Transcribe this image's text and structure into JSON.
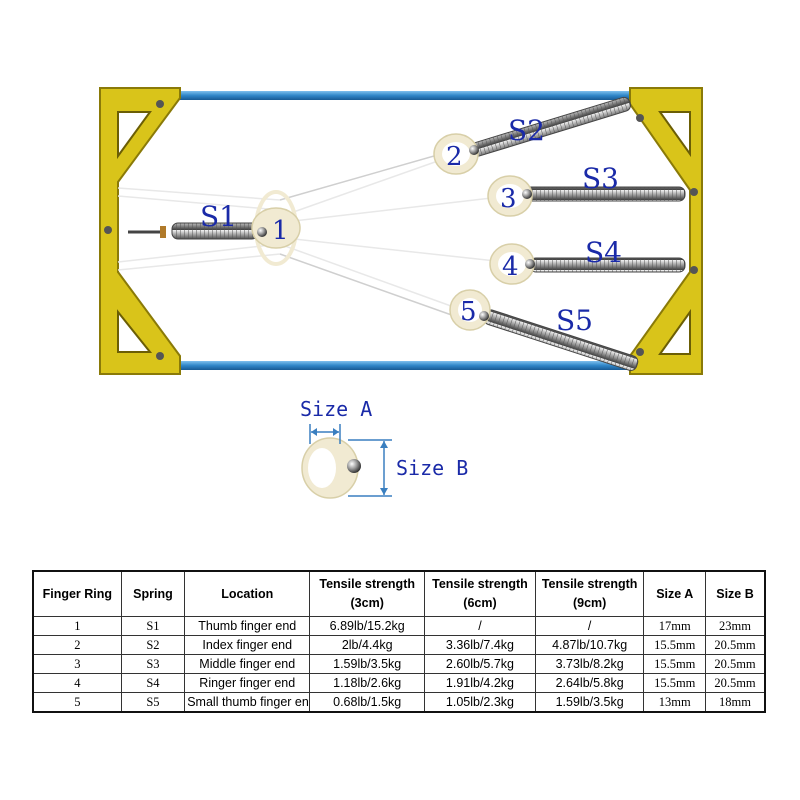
{
  "colors": {
    "frame_yellow": "#d9c41a",
    "frame_edge": "#8a7a08",
    "bar_blue": "#2f86c8",
    "label_blue": "#1a2aa8",
    "ring_cream": "#f1ead2"
  },
  "springs": {
    "s1": "S1",
    "s2": "S2",
    "s3": "S3",
    "s4": "S4",
    "s5": "S5"
  },
  "rings": {
    "r1": "1",
    "r2": "2",
    "r3": "3",
    "r4": "4",
    "r5": "5"
  },
  "size_labels": {
    "a": "Size A",
    "b": "Size B"
  },
  "table": {
    "headers": {
      "finger_ring": "Finger Ring",
      "spring": "Spring",
      "location": "Location",
      "t3_line1": "Tensile strength",
      "t3_line2": "(3cm)",
      "t6_line1": "Tensile strength",
      "t6_line2": "(6cm)",
      "t9_line1": "Tensile strength",
      "t9_line2": "(9cm)",
      "size_a": "Size A",
      "size_b": "Size B"
    },
    "rows": [
      {
        "ring": "1",
        "spring": "S1",
        "location": "Thumb finger end",
        "t3": "6.89lb/15.2kg",
        "t6": "/",
        "t9": "/",
        "size_a": "17mm",
        "size_b": "23mm"
      },
      {
        "ring": "2",
        "spring": "S2",
        "location": "Index finger end",
        "t3": "2lb/4.4kg",
        "t6": "3.36lb/7.4kg",
        "t9": "4.87lb/10.7kg",
        "size_a": "15.5mm",
        "size_b": "20.5mm"
      },
      {
        "ring": "3",
        "spring": "S3",
        "location": "Middle finger end",
        "t3": "1.59lb/3.5kg",
        "t6": "2.60lb/5.7kg",
        "t9": "3.73lb/8.2kg",
        "size_a": "15.5mm",
        "size_b": "20.5mm"
      },
      {
        "ring": "4",
        "spring": "S4",
        "location": "Ringer finger end",
        "t3": "1.18lb/2.6kg",
        "t6": "1.91lb/4.2kg",
        "t9": "2.64lb/5.8kg",
        "size_a": "15.5mm",
        "size_b": "20.5mm"
      },
      {
        "ring": "5",
        "spring": "S5",
        "location": "Small thumb finger end",
        "t3": "0.68lb/1.5kg",
        "t6": "1.05lb/2.3kg",
        "t9": "1.59lb/3.5kg",
        "size_a": "13mm",
        "size_b": "18mm"
      }
    ]
  }
}
